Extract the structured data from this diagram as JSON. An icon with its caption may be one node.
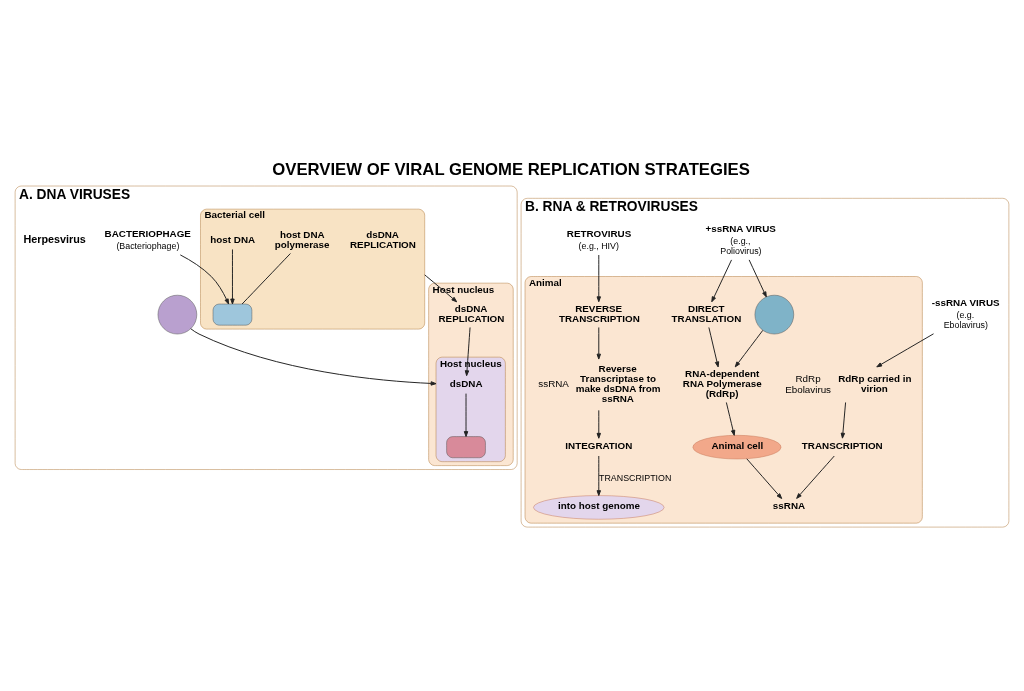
{
  "diagram": {
    "title": "OVERVIEW OF VIRAL GENOME REPLICATION STRATEGIES",
    "nodes": [
      {
        "text": [
          "A. DNA VIRUSES"
        ]
      },
      {
        "text": [
          "BACTERIOPHAGE",
          "(Bacteriophage)"
        ],
        "in": 0
      },
      {
        "text": [
          "Bacterial cell"
        ],
        "in": 0
      },
      {
        "text": [
          "dsDNA REPLICATION"
        ],
        "in": 2
      },
      {
        "text": [],
        "shape": "box",
        "in": 2
      },
      {
        "text": [
          "host DNA polymerase"
        ],
        "in": 2
      },
      {
        "text": [
          "host DNA"
        ],
        "in": 2
      },
      {
        "text": [
          "Host nucleus"
        ],
        "in": 0
      },
      {
        "text": [],
        "shape": "circle",
        "in": 0
      },
      {
        "text": [
          "dsDNA REPLICATION"
        ],
        "in": 7
      },
      {
        "text": [
          "Host nucleus"
        ],
        "in": 7
      },
      {
        "text": [
          "dsDNA"
        ],
        "in": 10
      },
      {
        "text": [],
        "shape": "box",
        "in": 10
      },
      {
        "text": [
          "B. RNA & RETROVIRUSES"
        ]
      },
      {
        "text": [
          "Animal"
        ],
        "in": 13
      },
      {
        "text": [
          "+ssRNA VIRUS",
          "(e.g., Poliovirus)"
        ],
        "in": 13
      },
      {
        "text": [
          "DIRECT TRANSLATION"
        ],
        "in": 14
      },
      {
        "text": [],
        "shape": "circle",
        "in": 14
      },
      {
        "text": [
          "RNA-dependent RNA Polymerase (RdRp)"
        ],
        "in": 14
      },
      {
        "text": [
          "Animal cell"
        ],
        "in": 14
      },
      {
        "text": [
          "-ssRNA VIRUS",
          "(e.g. Ebolavirus)"
        ],
        "in": 13
      },
      {
        "text": [
          "RdRp carried in virion"
        ],
        "beside": [
          "RdRp Ebolavirus"
        ],
        "in": 14
      },
      {
        "text": [
          "TRANSCRIPTION"
        ],
        "in": 14
      },
      {
        "text": [
          "ssRNA"
        ],
        "in": 14
      },
      {
        "text": [
          "RETROVIRUS",
          "(e.g., HIV)"
        ],
        "in": 13
      },
      {
        "text": [
          "REVERSE TRANSCRIPTION"
        ],
        "in": 14
      },
      {
        "text": [
          "Reverse Transcriptase to make dsDNA from ssRNA"
        ],
        "beside": [
          "ssRNA"
        ],
        "in": 14
      },
      {
        "text": [
          "INTEGRATION"
        ],
        "in": 14
      },
      {
        "text": [
          "into host genome"
        ],
        "in": 14
      }
    ],
    "edges": [
      {
        "from": 1,
        "to": 4,
        "arrow": "to"
      },
      {
        "from": 5,
        "to": 4,
        "arrow": "none"
      },
      {
        "from": 6,
        "to": 4,
        "arrow": "to"
      },
      {
        "from": 2,
        "to": 9,
        "arrow": "to"
      },
      {
        "from": 9,
        "to": 11,
        "arrow": "to"
      },
      {
        "from": 11,
        "to": 12,
        "arrow": "to"
      },
      {
        "from": 8,
        "to": 10,
        "arrow": "to"
      },
      {
        "from": 15,
        "to": 16,
        "arrow": "to"
      },
      {
        "from": 15,
        "to": 17,
        "arrow": "to"
      },
      {
        "from": 16,
        "to": 18,
        "arrow": "to"
      },
      {
        "from": 17,
        "to": 18,
        "arrow": "to"
      },
      {
        "from": 18,
        "to": 19,
        "arrow": "to"
      },
      {
        "from": 19,
        "to": 23,
        "arrow": "to"
      },
      {
        "from": 20,
        "to": 21,
        "arrow": "to"
      },
      {
        "from": 21,
        "to": 22,
        "arrow": "to"
      },
      {
        "from": 22,
        "to": 23,
        "arrow": "to"
      },
      {
        "from": 24,
        "to": 25,
        "arrow": "to"
      },
      {
        "from": 25,
        "to": 26,
        "arrow": "to"
      },
      {
        "from": 26,
        "to": 27,
        "arrow": "to"
      },
      {
        "from": 27,
        "to": 28,
        "label": "TRANSCRIPTION",
        "arrow": "to"
      }
    ],
    "labels": [
      "Herpesvirus"
    ]
  }
}
